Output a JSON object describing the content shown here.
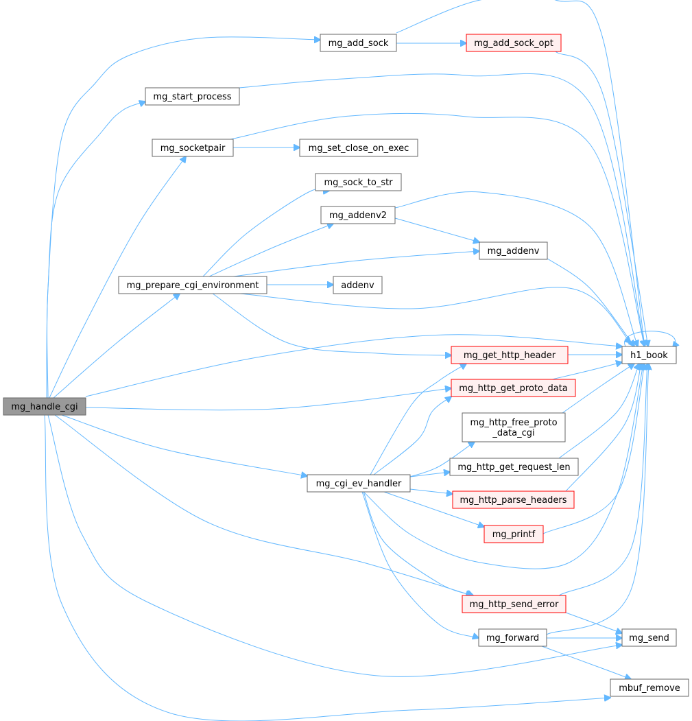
{
  "colors": {
    "edge": "#63b8ff",
    "node_border": "#666666",
    "node_fill": "#ffffff",
    "focus_fill": "#999999",
    "focus_border": "#666666",
    "trunc_fill": "#fff0f0",
    "trunc_border": "#ff0000"
  },
  "nodes": {
    "mg_handle_cgi": {
      "label": [
        "mg_handle_cgi"
      ],
      "style": "focus"
    },
    "mg_add_sock": {
      "label": [
        "mg_add_sock"
      ],
      "style": "normal"
    },
    "mg_add_sock_opt": {
      "label": [
        "mg_add_sock_opt"
      ],
      "style": "truncated"
    },
    "mg_start_process": {
      "label": [
        "mg_start_process"
      ],
      "style": "normal"
    },
    "mg_socketpair": {
      "label": [
        "mg_socketpair"
      ],
      "style": "normal"
    },
    "mg_set_close_on_exec": {
      "label": [
        "mg_set_close_on_exec"
      ],
      "style": "normal"
    },
    "mg_sock_to_str": {
      "label": [
        "mg_sock_to_str"
      ],
      "style": "normal"
    },
    "mg_addenv2": {
      "label": [
        "mg_addenv2"
      ],
      "style": "normal"
    },
    "mg_addenv": {
      "label": [
        "mg_addenv"
      ],
      "style": "normal"
    },
    "mg_prepare_cgi_environment": {
      "label": [
        "mg_prepare_cgi_environment"
      ],
      "style": "normal"
    },
    "addenv": {
      "label": [
        "addenv"
      ],
      "style": "normal"
    },
    "h1_book": {
      "label": [
        "h1_book"
      ],
      "style": "normal"
    },
    "mg_get_http_header": {
      "label": [
        "mg_get_http_header"
      ],
      "style": "truncated"
    },
    "mg_http_get_proto_data": {
      "label": [
        "mg_http_get_proto_data"
      ],
      "style": "truncated"
    },
    "mg_http_free_proto_data_cgi": {
      "label": [
        "mg_http_free_proto",
        "_data_cgi"
      ],
      "style": "normal"
    },
    "mg_http_get_request_len": {
      "label": [
        "mg_http_get_request_len"
      ],
      "style": "normal"
    },
    "mg_cgi_ev_handler": {
      "label": [
        "mg_cgi_ev_handler"
      ],
      "style": "normal"
    },
    "mg_http_parse_headers": {
      "label": [
        "mg_http_parse_headers"
      ],
      "style": "truncated"
    },
    "mg_printf": {
      "label": [
        "mg_printf"
      ],
      "style": "truncated"
    },
    "mg_http_send_error": {
      "label": [
        "mg_http_send_error"
      ],
      "style": "truncated"
    },
    "mg_forward": {
      "label": [
        "mg_forward"
      ],
      "style": "normal"
    },
    "mg_send": {
      "label": [
        "mg_send"
      ],
      "style": "normal"
    },
    "mbuf_remove": {
      "label": [
        "mbuf_remove"
      ],
      "style": "normal"
    }
  },
  "edges": [
    [
      "mg_handle_cgi",
      "mg_add_sock"
    ],
    [
      "mg_handle_cgi",
      "mg_start_process"
    ],
    [
      "mg_handle_cgi",
      "mg_socketpair"
    ],
    [
      "mg_handle_cgi",
      "mg_prepare_cgi_environment"
    ],
    [
      "mg_handle_cgi",
      "h1_book"
    ],
    [
      "mg_handle_cgi",
      "mg_http_get_proto_data"
    ],
    [
      "mg_handle_cgi",
      "mg_cgi_ev_handler"
    ],
    [
      "mg_handle_cgi",
      "mg_http_send_error"
    ],
    [
      "mg_handle_cgi",
      "mg_send"
    ],
    [
      "mg_handle_cgi",
      "mbuf_remove"
    ],
    [
      "mg_add_sock",
      "mg_add_sock_opt"
    ],
    [
      "mg_add_sock",
      "h1_book"
    ],
    [
      "mg_add_sock_opt",
      "h1_book"
    ],
    [
      "mg_start_process",
      "h1_book"
    ],
    [
      "mg_socketpair",
      "mg_set_close_on_exec"
    ],
    [
      "mg_socketpair",
      "h1_book"
    ],
    [
      "mg_prepare_cgi_environment",
      "mg_sock_to_str"
    ],
    [
      "mg_prepare_cgi_environment",
      "mg_addenv2"
    ],
    [
      "mg_prepare_cgi_environment",
      "mg_addenv"
    ],
    [
      "mg_prepare_cgi_environment",
      "addenv"
    ],
    [
      "mg_prepare_cgi_environment",
      "h1_book"
    ],
    [
      "mg_prepare_cgi_environment",
      "mg_get_http_header"
    ],
    [
      "mg_addenv2",
      "mg_addenv"
    ],
    [
      "mg_addenv2",
      "h1_book"
    ],
    [
      "mg_addenv",
      "h1_book"
    ],
    [
      "h1_book",
      "h1_book"
    ],
    [
      "mg_get_http_header",
      "h1_book"
    ],
    [
      "mg_http_get_proto_data",
      "h1_book"
    ],
    [
      "mg_http_free_proto_data_cgi",
      "h1_book"
    ],
    [
      "mg_http_get_request_len",
      "h1_book"
    ],
    [
      "mg_http_parse_headers",
      "h1_book"
    ],
    [
      "mg_printf",
      "h1_book"
    ],
    [
      "mg_http_send_error",
      "h1_book"
    ],
    [
      "mg_http_send_error",
      "mg_send"
    ],
    [
      "mg_forward",
      "h1_book"
    ],
    [
      "mg_forward",
      "mg_send"
    ],
    [
      "mg_forward",
      "mbuf_remove"
    ],
    [
      "mg_cgi_ev_handler",
      "mg_get_http_header"
    ],
    [
      "mg_cgi_ev_handler",
      "mg_http_get_proto_data"
    ],
    [
      "mg_cgi_ev_handler",
      "mg_http_free_proto_data_cgi"
    ],
    [
      "mg_cgi_ev_handler",
      "mg_http_get_request_len"
    ],
    [
      "mg_cgi_ev_handler",
      "mg_http_parse_headers"
    ],
    [
      "mg_cgi_ev_handler",
      "mg_printf"
    ],
    [
      "mg_cgi_ev_handler",
      "h1_book"
    ],
    [
      "mg_cgi_ev_handler",
      "mg_http_send_error"
    ],
    [
      "mg_cgi_ev_handler",
      "mg_forward"
    ]
  ]
}
